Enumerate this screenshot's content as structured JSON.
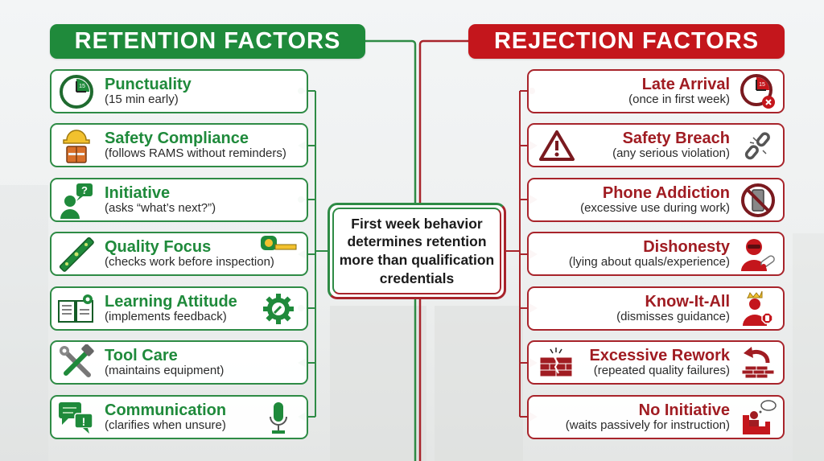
{
  "colors": {
    "retention": "#1f8a3b",
    "rejection": "#c4161c",
    "rejection_text": "#a01c22"
  },
  "retention": {
    "header": "RETENTION FACTORS",
    "items": [
      {
        "title": "Punctuality",
        "subtitle": "(15 min early)",
        "icon": "clock-15-icon"
      },
      {
        "title": "Safety Compliance",
        "subtitle": "(follows RAMS without reminders)",
        "icon": "hard-hat-worker-icon"
      },
      {
        "title": "Initiative",
        "subtitle": "(asks “what’s next?”)",
        "icon": "person-question-icon"
      },
      {
        "title": "Quality Focus",
        "subtitle": "(checks work before inspection)",
        "icon": "spirit-level-icon",
        "trailing_icon": "tape-measure-icon"
      },
      {
        "title": "Learning Attitude",
        "subtitle": "(implements feedback)",
        "icon": "book-gear-icon",
        "trailing_icon": "gear-wrench-icon"
      },
      {
        "title": "Tool Care",
        "subtitle": "(maintains equipment)",
        "icon": "wrench-hammer-icon"
      },
      {
        "title": "Communication",
        "subtitle": "(clarifies when unsure)",
        "icon": "chat-bubbles-icon",
        "trailing_icon": "microphone-icon"
      }
    ]
  },
  "rejection": {
    "header": "REJECTION FACTORS",
    "items": [
      {
        "title": "Late Arrival",
        "subtitle": "(once in first week)",
        "icon": "clock-late-icon"
      },
      {
        "title": "Safety Breach",
        "subtitle": "(any serious violation)",
        "icon": "broken-chain-icon",
        "leading_icon": "warning-triangle-icon"
      },
      {
        "title": "Phone Addiction",
        "subtitle": "(excessive use during work)",
        "icon": "no-phone-icon"
      },
      {
        "title": "Dishonesty",
        "subtitle": "(lying about quals/experience)",
        "icon": "masked-person-certificate-icon"
      },
      {
        "title": "Know-It-All",
        "subtitle": "(dismisses guidance)",
        "icon": "crowned-person-stop-icon"
      },
      {
        "title": "Excessive Rework",
        "subtitle": "(repeated quality failures)",
        "icon": "brick-redo-icon",
        "leading_icon": "cracked-wall-icon"
      },
      {
        "title": "No Initiative",
        "subtitle": "(waits passively for instruction)",
        "icon": "person-armchair-thought-icon"
      }
    ]
  },
  "center": {
    "text": "First week behavior determines retention more than qualification credentials"
  }
}
